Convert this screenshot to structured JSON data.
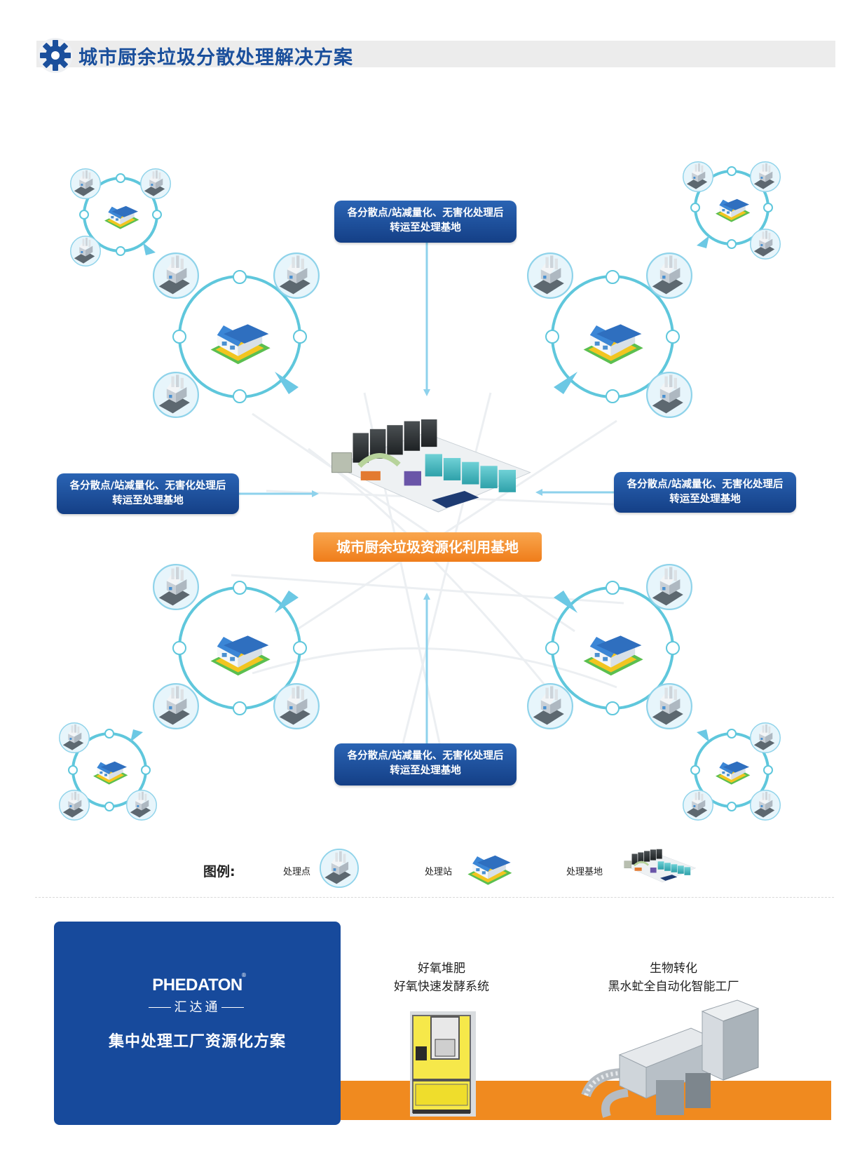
{
  "header": {
    "title": "城市厨余垃圾分散处理解决方案",
    "icon": "gear-icon",
    "accent_color": "#1a4f9c"
  },
  "diagram": {
    "flow_boxes": [
      {
        "id": "top",
        "line1": "各分散点/站减量化、无害化处理后",
        "line2": "转运至处理基地"
      },
      {
        "id": "left",
        "line1": "各分散点/站减量化、无害化处理后",
        "line2": "转运至处理基地"
      },
      {
        "id": "right",
        "line1": "各分散点/站减量化、无害化处理后",
        "line2": "转运至处理基地"
      },
      {
        "id": "bottom",
        "line1": "各分散点/站减量化、无害化处理后",
        "line2": "转运至处理基地"
      }
    ],
    "hub_label": "城市厨余垃圾资源化利用基地",
    "colors": {
      "ring": "#5fc7dc",
      "box": "#1d4f9a",
      "hub_label": "#f39231"
    }
  },
  "legend": {
    "title": "图例:",
    "items": [
      {
        "label": "处理点",
        "icon": "processing-point-icon"
      },
      {
        "label": "处理站",
        "icon": "processing-station-icon"
      },
      {
        "label": "处理基地",
        "icon": "processing-base-icon"
      }
    ]
  },
  "bottom": {
    "brand_name": "PHEDATON",
    "brand_mark": "®",
    "brand_cn": "汇达通",
    "title": "集中处理工厂资源化方案",
    "products": [
      {
        "line1": "好氧堆肥",
        "line2": "好氧快速发酵系统",
        "image": "composting-machine-icon"
      },
      {
        "line1": "生物转化",
        "line2": "黑水虻全自动化智能工厂",
        "image": "insect-factory-icon"
      }
    ],
    "colors": {
      "panel": "#174a9c",
      "strip": "#f08a1f"
    }
  }
}
